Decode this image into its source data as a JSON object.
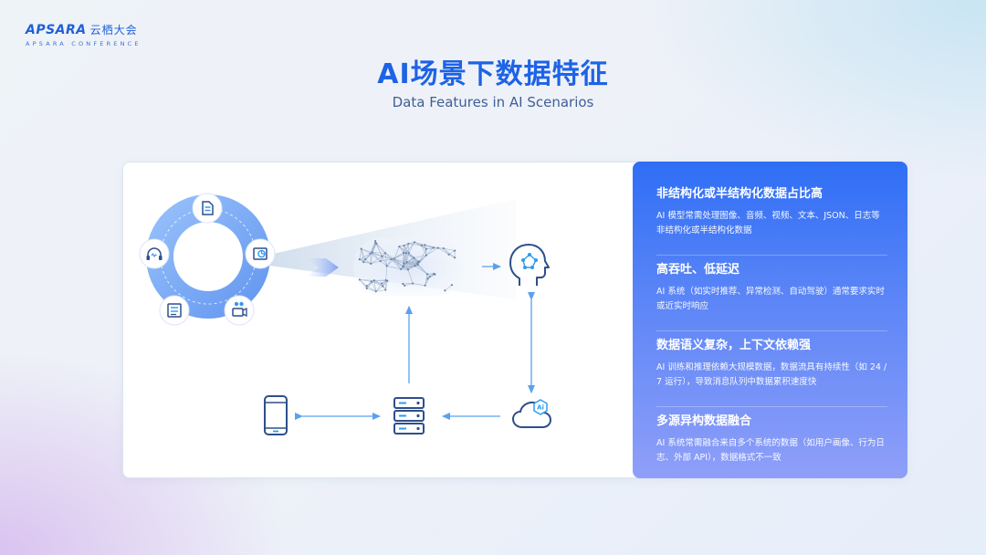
{
  "brand": {
    "name": "APSARA",
    "name_cn": "云栖大会",
    "tagline": "APSARA CONFERENCE"
  },
  "title": "AI场景下数据特征",
  "subtitle": "Data Features in AI Scenarios",
  "features": [
    {
      "title": "非结构化或半结构化数据占比高",
      "desc": "AI 模型常需处理图像、音频、视频、文本、JSON、日志等非结构化或半结构化数据"
    },
    {
      "title": "高吞吐、低延迟",
      "desc": "AI 系统（如实时推荐、异常检测、自动驾驶）通常要求实时或近实时响应"
    },
    {
      "title": "数据语义复杂，上下文依赖强",
      "desc": "AI 训练和推理依赖大规模数据，数据流具有持续性（如 24 / 7 运行），导致消息队列中数据累积速度快"
    },
    {
      "title": "多源异构数据融合",
      "desc": "AI 系统常需融合来自多个系统的数据（如用户画像、行为日志、外部 API），数据格式不一致"
    }
  ],
  "cloud_label": "Ai",
  "colors": {
    "primary": "#1d63e6",
    "ring": "#7aaaf5",
    "panel_top": "#2f6ef5",
    "panel_bottom": "#8f9ff8",
    "arrow": "#5aa0f0"
  },
  "icons": [
    "document-icon",
    "analytics-icon",
    "video-icon",
    "form-icon",
    "audio-icon",
    "data-network-icon",
    "ai-brain-icon",
    "mobile-phone-icon",
    "server-icon",
    "ai-cloud-icon"
  ]
}
